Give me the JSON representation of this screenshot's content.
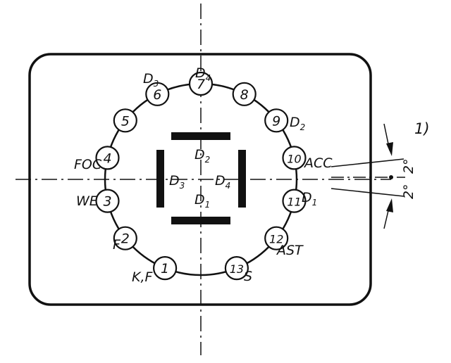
{
  "pins": [
    "1",
    "2",
    "3",
    "4",
    "5",
    "6",
    "7",
    "8",
    "9",
    "10",
    "11",
    "12",
    "13"
  ],
  "labels": {
    "D4_top": {
      "main": "D",
      "sub": "4"
    },
    "D3_top": {
      "main": "D",
      "sub": "3"
    },
    "D2_right": {
      "main": "D",
      "sub": "2"
    },
    "D1_right": {
      "main": "D",
      "sub": "1"
    },
    "D2_center": {
      "main": "D",
      "sub": "2"
    },
    "D3_center": {
      "main": "D",
      "sub": "3"
    },
    "D4_center": {
      "main": "D",
      "sub": "4"
    },
    "D1_center": {
      "main": "D",
      "sub": "1"
    },
    "FOC": "FOC",
    "WE": "WE",
    "F": "F",
    "KF": "K,F",
    "S": "S",
    "AST": "AST",
    "ACC": "ACC"
  },
  "note": "1)",
  "angle_top": "2°",
  "angle_bottom": "2°"
}
